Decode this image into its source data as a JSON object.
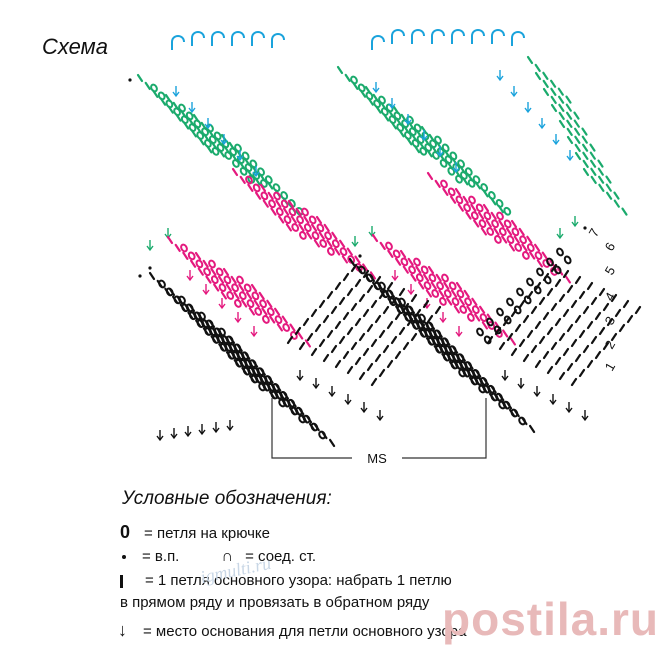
{
  "title": "Схема",
  "ms_label": "MS",
  "row_numbers": [
    "1",
    "2",
    "3",
    "4",
    "5",
    "6",
    "7"
  ],
  "colors": {
    "blue": "#1aa3dc",
    "green": "#1aaa6c",
    "magenta": "#e4197e",
    "black": "#111111",
    "watermark": "#e8b9b9"
  },
  "legend": {
    "heading": "Условные обозначения:",
    "items": [
      {
        "symbol": "0",
        "icon": "loop-on-hook-icon",
        "text": "= петля на крючке"
      },
      {
        "symbol": "·",
        "icon": "chain-stitch-icon",
        "text": "= в.п."
      },
      {
        "symbol": "∩",
        "icon": "slip-stitch-icon",
        "text": "= соед. ст."
      },
      {
        "symbol": "I",
        "icon": "main-pattern-loop-icon",
        "text": "= 1 петля основного узора: набрать 1 петлю"
      },
      {
        "symbol": "",
        "icon": "",
        "text": "в прямом ряду и провязать в обратном ряду"
      },
      {
        "symbol": "↓",
        "icon": "arrow-down-icon",
        "text": "= место основания для петли основного узора"
      }
    ]
  },
  "watermarks": [
    "postila.ru",
    "igmulti.ru"
  ]
}
